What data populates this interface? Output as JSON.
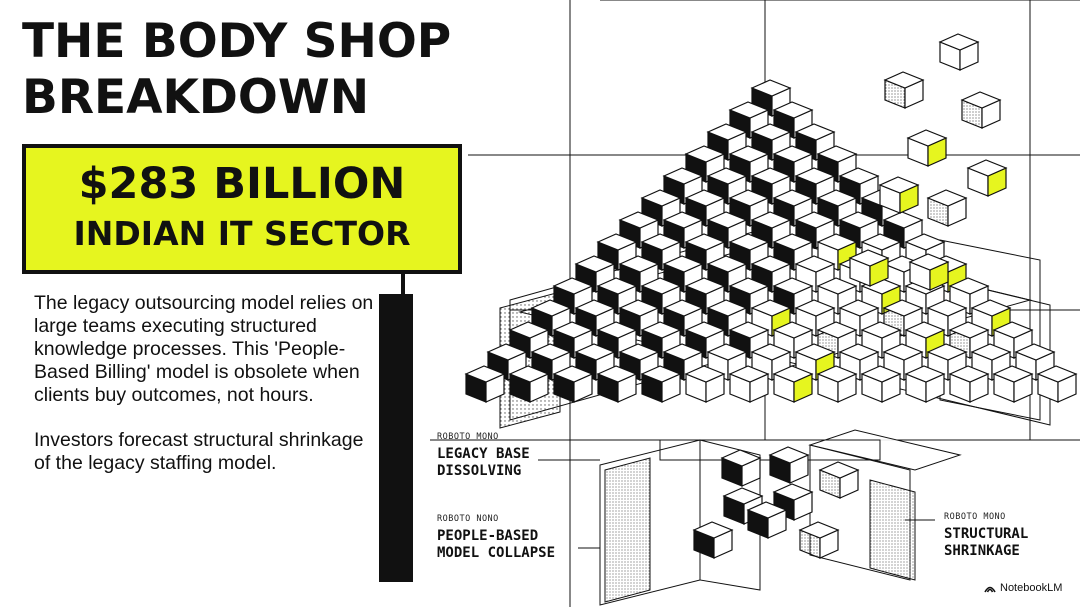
{
  "title": {
    "line1": "THE BODY SHOP",
    "line2": "BREAKDOWN"
  },
  "highlight": {
    "amount": "$283 BILLION",
    "subtitle": "INDIAN IT SECTOR",
    "accent_color": "#e6f51f"
  },
  "body": {
    "paragraph1": "The legacy outsourcing model relies on large teams executing structured knowledge processes. This 'People-Based Billing' model is obsolete when clients buy outcomes, not hours.",
    "paragraph2": "Investors forecast structural shrinkage of the legacy staffing model."
  },
  "callouts": [
    {
      "tag": "ROBOTO MONO",
      "line1": "LEGACY BASE",
      "line2": "DISSOLVING"
    },
    {
      "tag": "ROBOTO NONO",
      "line1": "PEOPLE-BASED",
      "line2": "MODEL COLLAPSE"
    },
    {
      "tag": "ROBOTO MONO",
      "line1": "STRUCTURAL",
      "line2": "SHRINKAGE"
    }
  ],
  "branding": {
    "label": "NotebookLM",
    "icon": "notebooklm-icon"
  },
  "illustration": {
    "subject": "pyramid-of-cubes",
    "cube_color": "#111111",
    "accent_color": "#e6f51f"
  }
}
